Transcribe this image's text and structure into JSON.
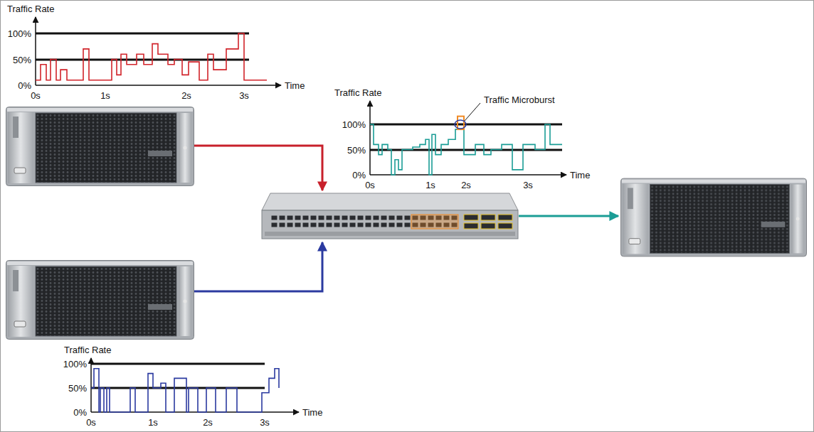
{
  "diagram": {
    "labels": [
      "Traffic Rate",
      "100%",
      "50%",
      "0%",
      "0s",
      "1s",
      "2s",
      "3s",
      "Time",
      "Traffic Rate",
      "100%",
      "50%",
      "0%",
      "0s",
      "1s",
      "2s",
      "3s",
      "Time",
      "Traffic Microburst",
      "Traffic Rate",
      "100%",
      "50%",
      "0%",
      "0s",
      "1s",
      "2s",
      "3s",
      "Time"
    ]
  }
}
